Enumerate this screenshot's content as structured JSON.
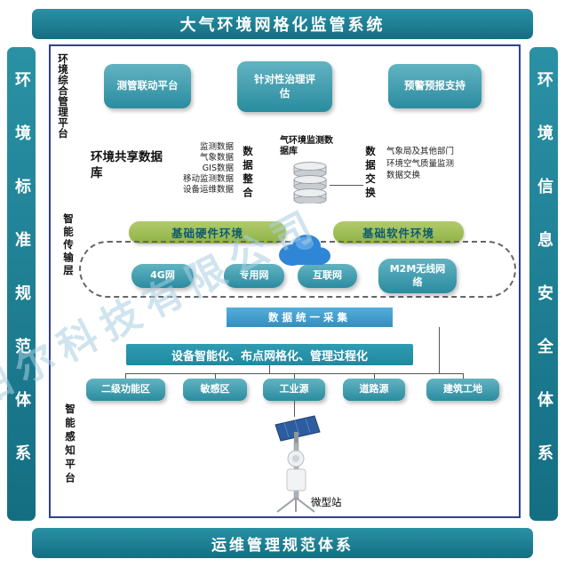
{
  "frame": {
    "top_title": "大气环境网格化监管系统",
    "left_title": "环境标准规范体系",
    "right_title": "环境信息安全体系",
    "bottom_title": "运维管理规范体系"
  },
  "watermark": "帕尔科技有限公司",
  "management": {
    "side_label": "环境综合管理平台",
    "platforms": [
      "测管联动平台",
      "针对性治理评估",
      "预警预报支持"
    ]
  },
  "data_section": {
    "shared_db_title": "环境共享数据库",
    "shared_db_items": [
      "监测数据",
      "气象数据",
      "GIS数据",
      "移动监测数据",
      "设备运维数据"
    ],
    "integration_label": "数据整合",
    "monitor_db_label": "气环境监测数据库",
    "exchange_label": "数据交换",
    "exchange_note": "气象局及其他部门环境空气质量监测数据交换"
  },
  "transport": {
    "side_label": "智能传输层",
    "hardware_env": "基础硬件环境",
    "software_env": "基础软件环境",
    "networks": [
      "4G网",
      "专用网",
      "互联网",
      "M2M无线网络"
    ]
  },
  "collection": {
    "unified_bar": "数据统一采集",
    "strategy_bar": "设备智能化、布点网格化、管理过程化",
    "sources": [
      "二级功能区",
      "敏感区",
      "工业源",
      "道路源",
      "建筑工地"
    ]
  },
  "perception": {
    "side_label": "智能感知平台",
    "station_label": "微型站"
  },
  "colors": {
    "frame_teal": "#1b7f94",
    "box_teal": "#2f93a7",
    "green_box": "#9ab84e",
    "unified_bar_blue": "#3f9fca",
    "cloud_blue": "#2f86d6",
    "panel_border": "#31418f"
  }
}
